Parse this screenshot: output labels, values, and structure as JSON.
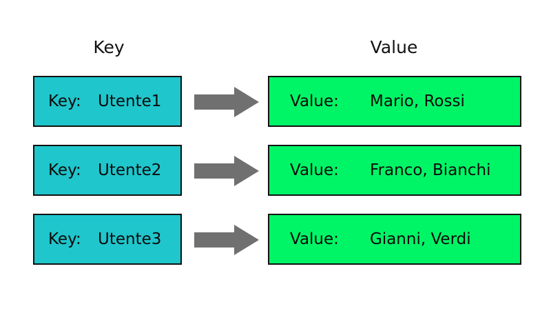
{
  "headers": {
    "key": "Key",
    "value": "Value"
  },
  "rows": [
    {
      "key_label": "Key:",
      "key": "Utente1",
      "value_label": "Value:",
      "value": "Mario, Rossi"
    },
    {
      "key_label": "Key:",
      "key": "Utente2",
      "value_label": "Value:",
      "value": "Franco, Bianchi"
    },
    {
      "key_label": "Key:",
      "key": "Utente3",
      "value_label": "Value:",
      "value": "Gianni, Verdi"
    }
  ],
  "colors": {
    "key_box": "#1fc6cc",
    "value_box": "#00f566",
    "arrow": "#707070",
    "border": "#111111"
  },
  "icons": {
    "arrow": "right-arrow-icon"
  }
}
